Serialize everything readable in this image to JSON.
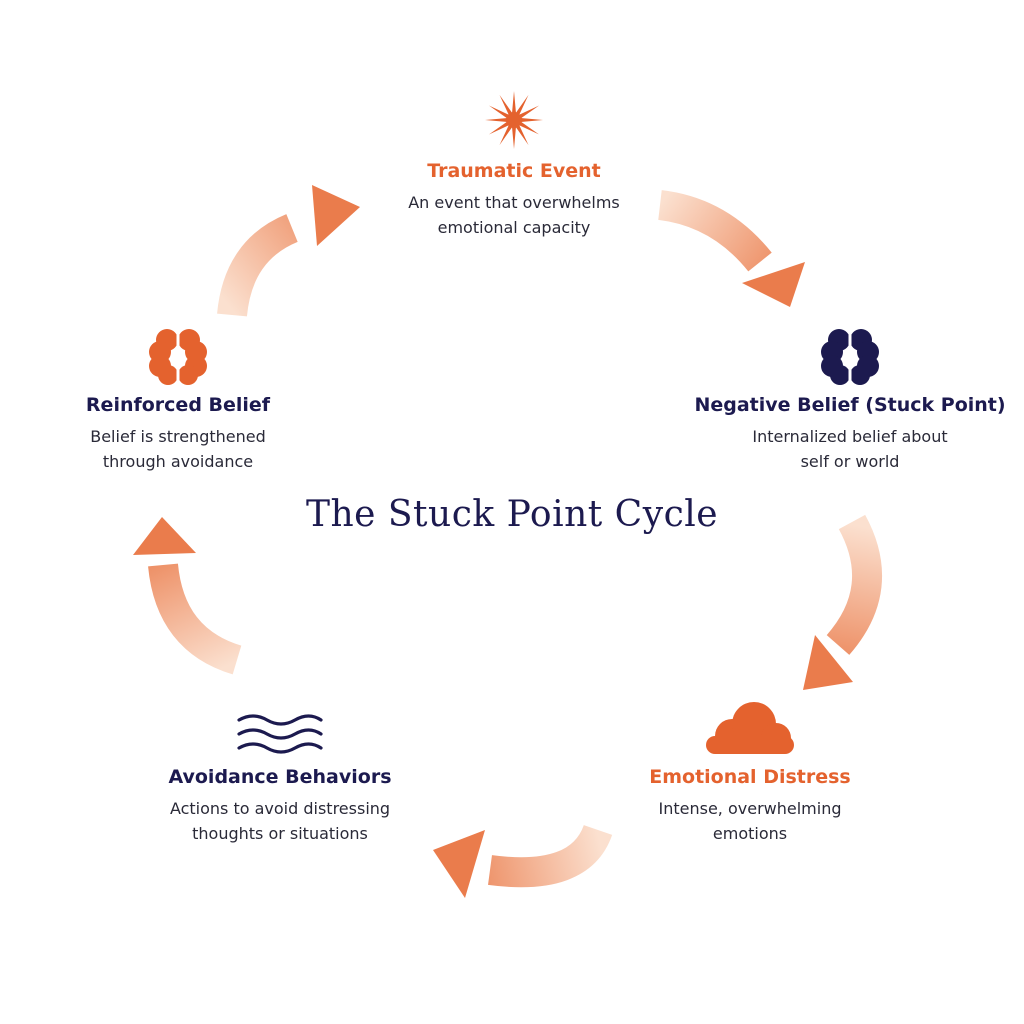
{
  "diagram": {
    "title": "The Stuck Point Cycle",
    "colors": {
      "accent": "#e4622e",
      "navy": "#1c1a4f",
      "arrow_light": "#fbe0cf",
      "arrow_dark": "#ea7c4c"
    },
    "nodes": [
      {
        "id": "traumatic-event",
        "title": "Traumatic Event",
        "description": "An event that overwhelms\nemotional capacity",
        "icon": "starburst-icon",
        "title_color": "orange"
      },
      {
        "id": "negative-belief",
        "title": "Negative Belief (Stuck Point)",
        "description": "Internalized belief about\nself or world",
        "icon": "brain-icon",
        "title_color": "navy"
      },
      {
        "id": "emotional-distress",
        "title": "Emotional Distress",
        "description": "Intense, overwhelming\nemotions",
        "icon": "cloud-icon",
        "title_color": "orange"
      },
      {
        "id": "avoidance-behaviors",
        "title": "Avoidance Behaviors",
        "description": "Actions to avoid distressing\nthoughts or situations",
        "icon": "waves-icon",
        "title_color": "navy"
      },
      {
        "id": "reinforced-belief",
        "title": "Reinforced Belief",
        "description": "Belief is strengthened\nthrough avoidance",
        "icon": "brain-icon",
        "title_color": "navy"
      }
    ]
  }
}
